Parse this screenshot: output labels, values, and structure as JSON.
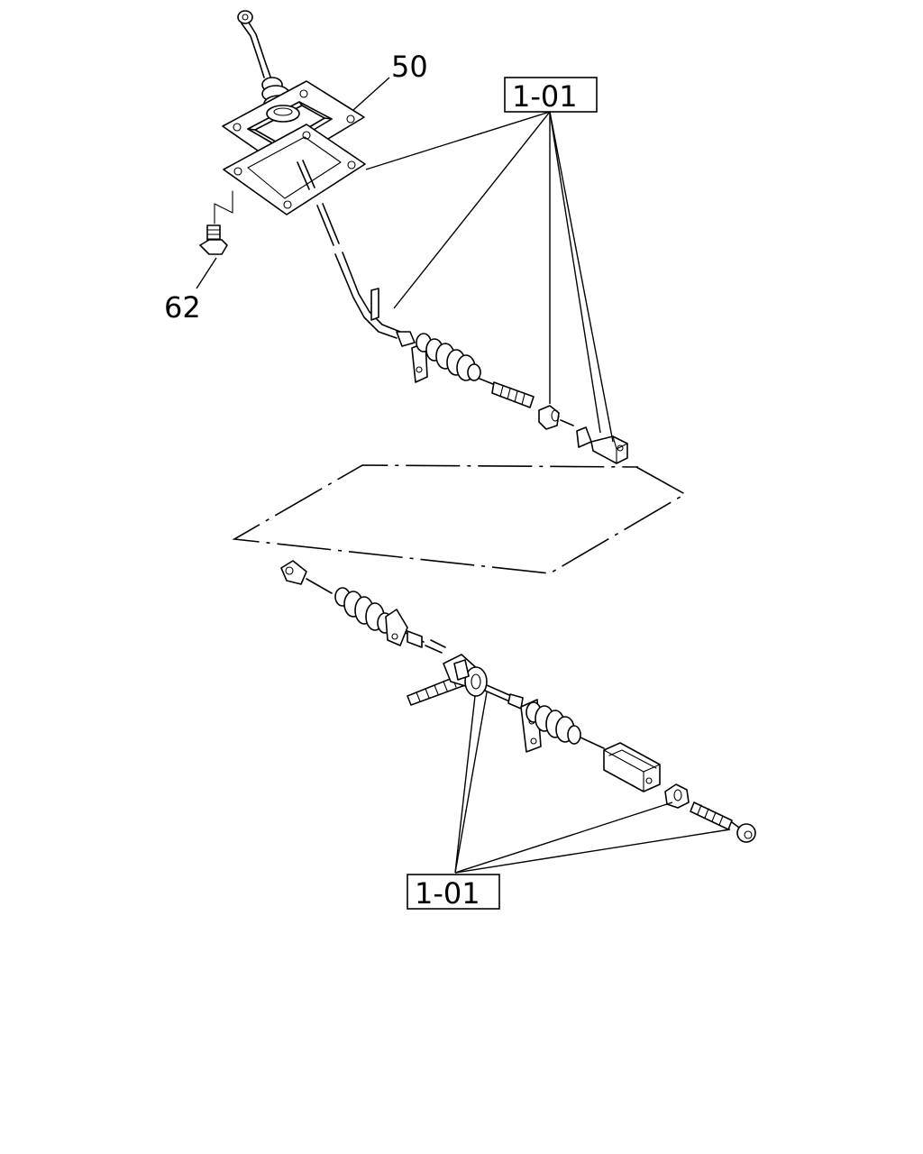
{
  "diagram": {
    "callouts": {
      "part_50": "50",
      "part_62": "62",
      "ref_top": "1-01",
      "ref_bottom": "1-01"
    }
  }
}
